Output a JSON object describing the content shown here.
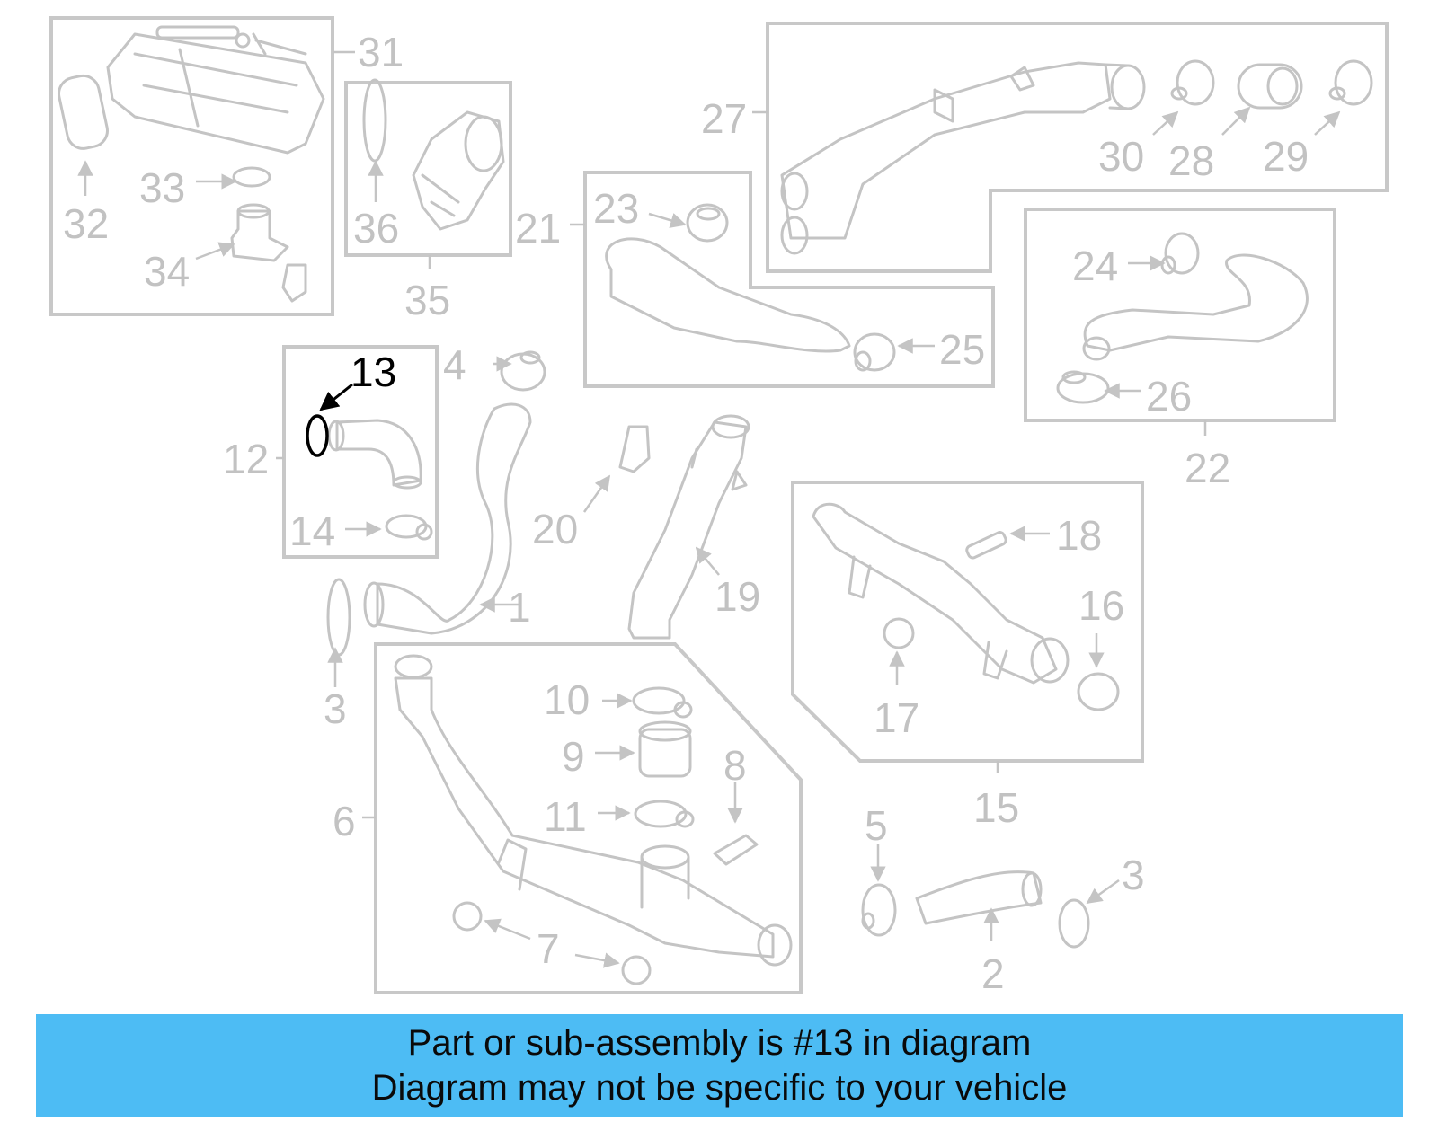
{
  "diagram": {
    "highlight_color": "#000000",
    "muted_color": "#c4c4c4",
    "callouts": {
      "c1": "1",
      "c2": "2",
      "c3a": "3",
      "c3b": "3",
      "c4": "4",
      "c5": "5",
      "c6": "6",
      "c7": "7",
      "c8": "8",
      "c9": "9",
      "c10": "10",
      "c11": "11",
      "c12": "12",
      "c13": "13",
      "c14": "14",
      "c15": "15",
      "c16": "16",
      "c17": "17",
      "c18": "18",
      "c19": "19",
      "c20": "20",
      "c21": "21",
      "c22": "22",
      "c23": "23",
      "c24": "24",
      "c25": "25",
      "c26": "26",
      "c27": "27",
      "c28": "28",
      "c29": "29",
      "c30": "30",
      "c31": "31",
      "c32": "32",
      "c33": "33",
      "c34": "34",
      "c35": "35",
      "c36": "36"
    }
  },
  "caption": {
    "line1": "Part or sub-assembly is #13 in diagram",
    "line2": "Diagram may not be specific to your vehicle",
    "background": "#4dbcf4"
  }
}
